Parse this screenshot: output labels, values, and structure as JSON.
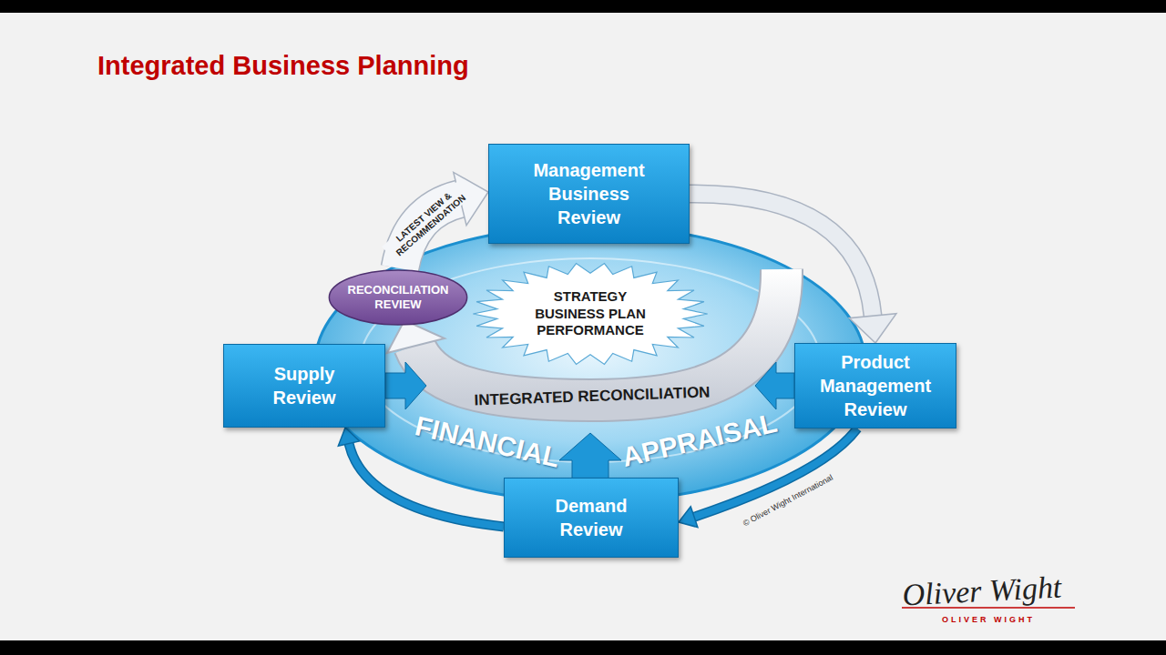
{
  "diagram": {
    "title": "Integrated Business Planning",
    "nodes": [
      {
        "text": [
          "Management Business Review"
        ]
      },
      {
        "text": [
          "RECONCILIATION REVIEW"
        ]
      },
      {
        "text": [
          "STRATEGY BUSINESS PLAN PERFORMANCE"
        ]
      },
      {
        "text": [
          "Supply Review"
        ]
      },
      {
        "text": [
          "Product Management Review"
        ]
      },
      {
        "text": [
          "Demand Review"
        ]
      }
    ],
    "edges": [
      {
        "from": 0,
        "to": 4,
        "arrow": "to"
      },
      {
        "from": 4,
        "to": 5,
        "arrow": "to"
      },
      {
        "from": 5,
        "to": 3,
        "arrow": "to"
      },
      {
        "from": 1,
        "to": 0,
        "label": "LATEST VIEW & RECOMMENDATION",
        "arrow": "to"
      }
    ],
    "labels": [
      "INTEGRATED RECONCILIATION",
      "FINANCIAL",
      "APPRAISAL",
      "© Oliver Wight International",
      "Oliver Wight",
      "OLIVER WIGHT"
    ]
  }
}
